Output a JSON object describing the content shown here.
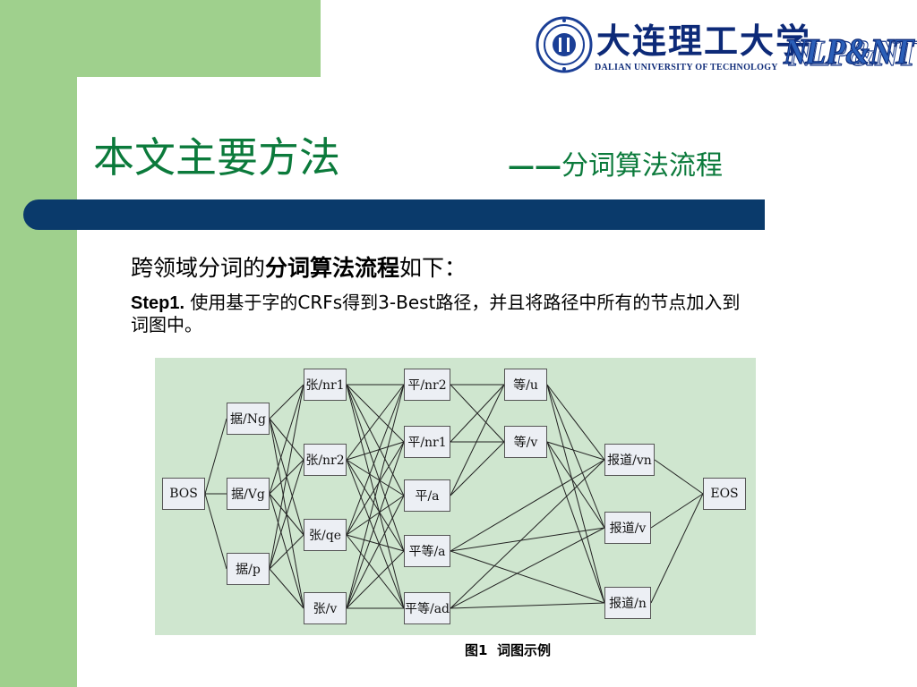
{
  "header": {
    "university_cn": "大连理工大学",
    "university_en": "DALIAN UNIVERSITY OF TECHNOLOGY",
    "lab_logo": "NLP&NT",
    "seal_icon": "university-seal-icon"
  },
  "title": "本文主要方法",
  "subtitle_dash": "——",
  "subtitle": "分词算法流程",
  "intro": {
    "prefix": "跨领域分词的",
    "bold": "分词算法流程",
    "suffix": "如下："
  },
  "step": {
    "label": "Step1.",
    "text": " 使用基于字的CRFs得到3-Best路径，并且将路径中所有的节点加入到词图中。"
  },
  "diagram": {
    "nodes": [
      {
        "id": "bos",
        "label": "BOS"
      },
      {
        "id": "ju_ng",
        "label": "据/Ng"
      },
      {
        "id": "ju_vg",
        "label": "据/Vg"
      },
      {
        "id": "ju_p",
        "label": "据/p"
      },
      {
        "id": "zhang_nr1",
        "label": "张/nr1"
      },
      {
        "id": "zhang_nr2",
        "label": "张/nr2"
      },
      {
        "id": "zhang_qe",
        "label": "张/qe"
      },
      {
        "id": "zhang_v",
        "label": "张/v"
      },
      {
        "id": "ping_nr2",
        "label": "平/nr2"
      },
      {
        "id": "ping_nr1",
        "label": "平/nr1"
      },
      {
        "id": "ping_a",
        "label": "平/a"
      },
      {
        "id": "pingdeng_a",
        "label": "平等/a"
      },
      {
        "id": "pingdeng_ad",
        "label": "平等/ad"
      },
      {
        "id": "deng_u",
        "label": "等/u"
      },
      {
        "id": "deng_v",
        "label": "等/v"
      },
      {
        "id": "baodao_vn",
        "label": "报道/vn"
      },
      {
        "id": "baodao_v",
        "label": "报道/v"
      },
      {
        "id": "baodao_n",
        "label": "报道/n"
      },
      {
        "id": "eos",
        "label": "EOS"
      }
    ],
    "edges": [
      [
        "bos",
        "ju_ng"
      ],
      [
        "bos",
        "ju_vg"
      ],
      [
        "bos",
        "ju_p"
      ],
      [
        "ju_ng",
        "zhang_nr1"
      ],
      [
        "ju_ng",
        "zhang_nr2"
      ],
      [
        "ju_ng",
        "zhang_qe"
      ],
      [
        "ju_ng",
        "zhang_v"
      ],
      [
        "ju_vg",
        "zhang_nr1"
      ],
      [
        "ju_vg",
        "zhang_nr2"
      ],
      [
        "ju_vg",
        "zhang_qe"
      ],
      [
        "ju_vg",
        "zhang_v"
      ],
      [
        "ju_p",
        "zhang_nr1"
      ],
      [
        "ju_p",
        "zhang_nr2"
      ],
      [
        "ju_p",
        "zhang_qe"
      ],
      [
        "ju_p",
        "zhang_v"
      ],
      [
        "zhang_nr1",
        "ping_nr2"
      ],
      [
        "zhang_nr1",
        "ping_nr1"
      ],
      [
        "zhang_nr1",
        "ping_a"
      ],
      [
        "zhang_nr1",
        "pingdeng_a"
      ],
      [
        "zhang_nr1",
        "pingdeng_ad"
      ],
      [
        "zhang_nr2",
        "ping_nr2"
      ],
      [
        "zhang_nr2",
        "ping_nr1"
      ],
      [
        "zhang_nr2",
        "ping_a"
      ],
      [
        "zhang_nr2",
        "pingdeng_a"
      ],
      [
        "zhang_nr2",
        "pingdeng_ad"
      ],
      [
        "zhang_qe",
        "ping_nr2"
      ],
      [
        "zhang_qe",
        "ping_nr1"
      ],
      [
        "zhang_qe",
        "ping_a"
      ],
      [
        "zhang_qe",
        "pingdeng_a"
      ],
      [
        "zhang_qe",
        "pingdeng_ad"
      ],
      [
        "zhang_v",
        "ping_nr2"
      ],
      [
        "zhang_v",
        "ping_nr1"
      ],
      [
        "zhang_v",
        "ping_a"
      ],
      [
        "zhang_v",
        "pingdeng_a"
      ],
      [
        "zhang_v",
        "pingdeng_ad"
      ],
      [
        "ping_nr2",
        "deng_u"
      ],
      [
        "ping_nr2",
        "deng_v"
      ],
      [
        "ping_nr1",
        "deng_u"
      ],
      [
        "ping_nr1",
        "deng_v"
      ],
      [
        "ping_a",
        "deng_u"
      ],
      [
        "ping_a",
        "deng_v"
      ],
      [
        "deng_u",
        "baodao_vn"
      ],
      [
        "deng_u",
        "baodao_v"
      ],
      [
        "deng_u",
        "baodao_n"
      ],
      [
        "deng_v",
        "baodao_vn"
      ],
      [
        "deng_v",
        "baodao_v"
      ],
      [
        "deng_v",
        "baodao_n"
      ],
      [
        "pingdeng_a",
        "baodao_vn"
      ],
      [
        "pingdeng_a",
        "baodao_v"
      ],
      [
        "pingdeng_a",
        "baodao_n"
      ],
      [
        "pingdeng_ad",
        "baodao_vn"
      ],
      [
        "pingdeng_ad",
        "baodao_v"
      ],
      [
        "pingdeng_ad",
        "baodao_n"
      ],
      [
        "baodao_vn",
        "eos"
      ],
      [
        "baodao_v",
        "eos"
      ],
      [
        "baodao_n",
        "eos"
      ]
    ]
  },
  "caption": {
    "label": "图1",
    "text": "词图示例"
  }
}
